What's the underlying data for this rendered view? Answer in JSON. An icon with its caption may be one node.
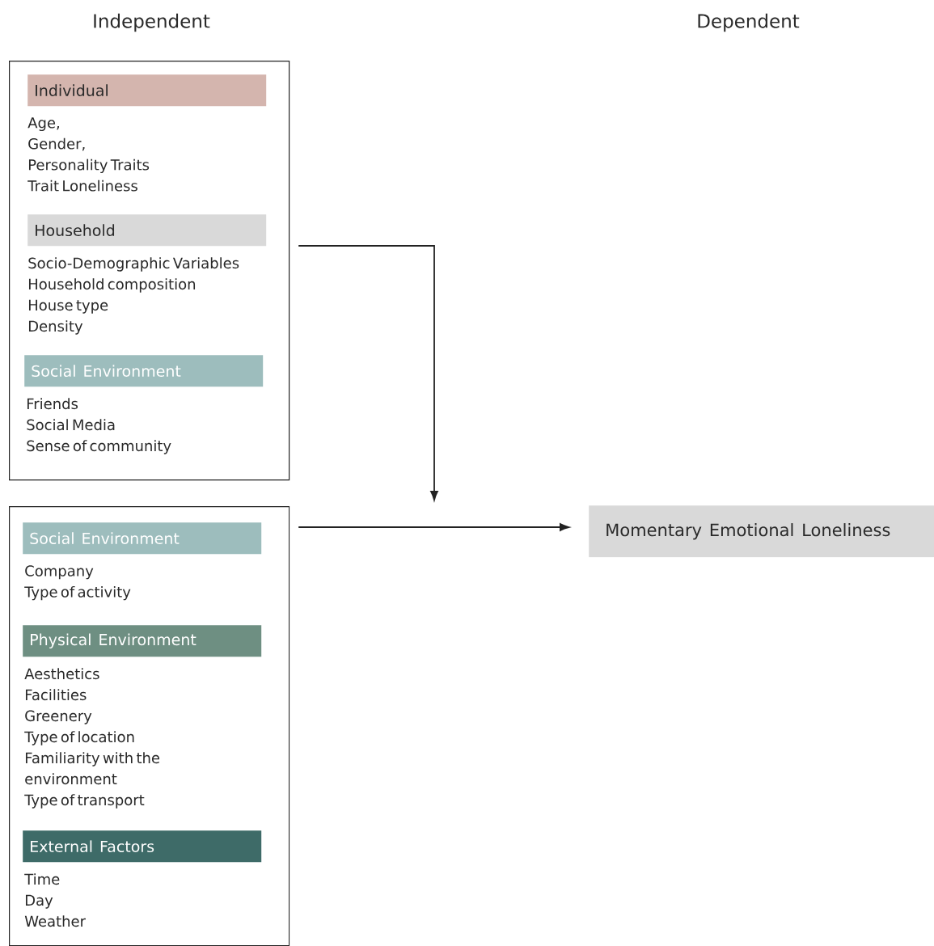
{
  "diagram": {
    "nodes": [
      {
        "text": [],
        "shape": "box"
      },
      {
        "text": [
          "Individual"
        ],
        "in": 0,
        "beside": [
          "Age,",
          "Gender,",
          "Personality Traits",
          "Trait Loneliness"
        ]
      },
      {
        "text": [
          "Household"
        ],
        "in": 0,
        "beside": [
          "Socio-Demographic Variables",
          "Household composition",
          "House type",
          "Density"
        ]
      },
      {
        "text": [
          "Social Environment"
        ],
        "in": 0,
        "beside": [
          "Friends",
          "Social Media",
          "Sense of community"
        ]
      },
      {
        "text": [],
        "shape": "box"
      },
      {
        "text": [
          "Social Environment"
        ],
        "in": 4,
        "beside": [
          "Company",
          "Type of activity"
        ]
      },
      {
        "text": [
          "Physical Environment"
        ],
        "in": 4,
        "beside": [
          "Aesthetics",
          "Facilities",
          "Greenery",
          "Type of location",
          "Familiarity with the environment",
          "Type of transport"
        ]
      },
      {
        "text": [
          "External Factors"
        ],
        "in": 4,
        "beside": [
          "Time",
          "Day",
          "Weather"
        ]
      },
      {
        "text": [
          "Momentary Emotional Loneliness"
        ]
      }
    ],
    "edges": [
      {
        "from": 0,
        "to": null,
        "arrow": "to"
      },
      {
        "from": 4,
        "to": 8,
        "arrow": "to"
      }
    ],
    "labels": [
      "Independent",
      "Dependent"
    ]
  }
}
